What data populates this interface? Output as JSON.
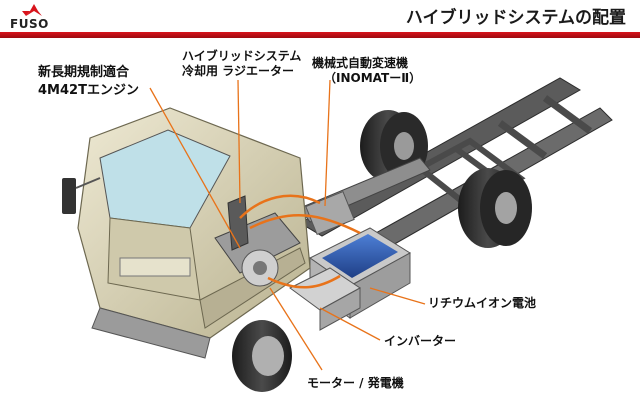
{
  "header": {
    "brand": "FUSO",
    "title": "ハイブリッドシステムの配置"
  },
  "labels": {
    "engine_line1": "新長期規制適合",
    "engine_line2": "4M42Tエンジン",
    "radiator_line1": "ハイブリッドシステム",
    "radiator_line2": "冷却用 ラジエーター",
    "transmission_line1": "機械式自動変速機",
    "transmission_line2": "（INOMATーⅡ）",
    "battery": "リチウムイオン電池",
    "inverter": "インバーター",
    "motor": "モーター / 発電機"
  },
  "colors": {
    "accent_red": "#d8141c",
    "cab": "#d9d3b8",
    "chassis": "#4a4a4a",
    "battery_blue": "#2f5fb8",
    "leader": "#e8731a"
  }
}
